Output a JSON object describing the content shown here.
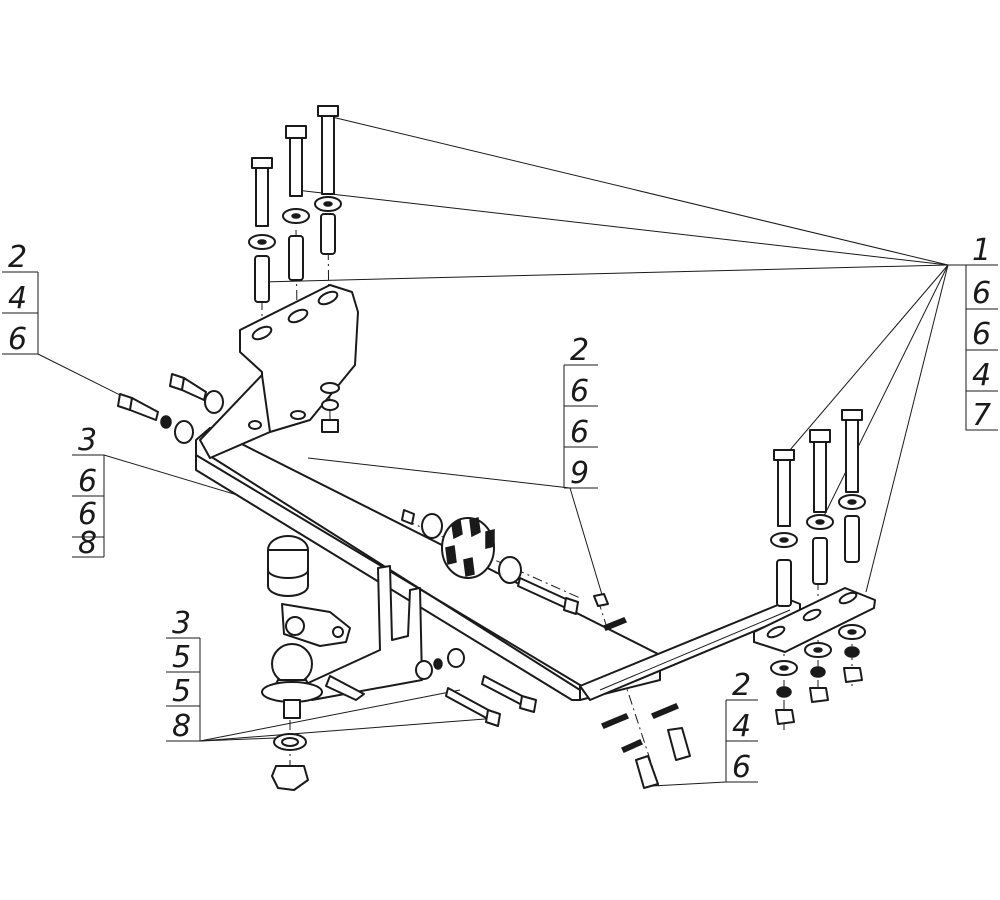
{
  "labels": {
    "l1": [
      "1",
      "6",
      "6",
      "4",
      "7"
    ],
    "l2": [
      "2",
      "4",
      "6"
    ],
    "l3": [
      "2",
      "6",
      "6",
      "9"
    ],
    "l4": [
      "3",
      "6",
      "6",
      "8"
    ],
    "l5": [
      "3",
      "5",
      "5",
      "8"
    ],
    "l6": [
      "2",
      "4",
      "6"
    ]
  }
}
